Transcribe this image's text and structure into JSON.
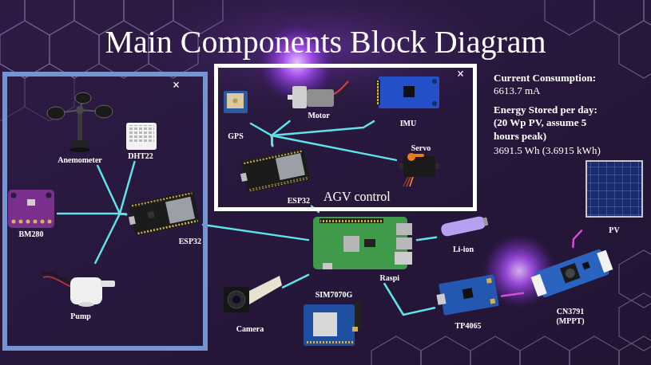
{
  "diagram": {
    "title": "Main Components Block Diagram",
    "nodes": [
      {
        "text": [
          "×"
        ]
      },
      {
        "text": [
          "Anemometer"
        ],
        "in": 0
      },
      {
        "text": [
          "DHT22"
        ],
        "in": 0
      },
      {
        "text": [
          "BM280"
        ],
        "in": 0
      },
      {
        "text": [
          "ESP32"
        ],
        "in": 0
      },
      {
        "text": [
          "Pump"
        ],
        "in": 0
      },
      {
        "text": [
          "×",
          "AGV control"
        ]
      },
      {
        "text": [
          "GPS"
        ],
        "in": 6
      },
      {
        "text": [
          "Motor"
        ],
        "in": 6
      },
      {
        "text": [
          "IMU"
        ],
        "in": 6
      },
      {
        "text": [
          "Servo"
        ],
        "in": 6
      },
      {
        "text": [
          "ESP32"
        ],
        "in": 6
      },
      {
        "text": [
          "Camera"
        ]
      },
      {
        "text": [
          "Raspi"
        ]
      },
      {
        "text": [
          "SIM7070G"
        ]
      },
      {
        "text": [
          "Li-ion"
        ]
      },
      {
        "text": [
          "TP4065"
        ]
      },
      {
        "text": [
          "CN3791 (MPPT)"
        ]
      },
      {
        "text": [
          "PV"
        ]
      }
    ],
    "edges": [
      {
        "from": 1,
        "to": 4,
        "arrow": "none"
      },
      {
        "from": 2,
        "to": 4,
        "arrow": "none"
      },
      {
        "from": 3,
        "to": 4,
        "arrow": "none"
      },
      {
        "from": 5,
        "to": 4,
        "arrow": "none"
      },
      {
        "from": 7,
        "to": 11,
        "arrow": "none"
      },
      {
        "from": 8,
        "to": 11,
        "arrow": "none"
      },
      {
        "from": 9,
        "to": 11,
        "arrow": "none"
      },
      {
        "from": 10,
        "to": 11,
        "arrow": "none"
      },
      {
        "from": 4,
        "to": 13,
        "arrow": "none"
      },
      {
        "from": 11,
        "to": 13,
        "arrow": "none"
      },
      {
        "from": 12,
        "to": 13,
        "arrow": "none"
      },
      {
        "from": 13,
        "to": 15,
        "arrow": "none"
      },
      {
        "from": 13,
        "to": 16,
        "arrow": "none"
      },
      {
        "from": 16,
        "to": 17,
        "arrow": "none"
      },
      {
        "from": 17,
        "to": 18,
        "arrow": "none"
      }
    ],
    "labels": [
      "Current Consumption:",
      "6613.7 mA",
      "Energy Stored per day: (20 Wp PV, assume 5 hours peak)",
      "3691.5 Wh (3.6915 kWh)"
    ]
  }
}
